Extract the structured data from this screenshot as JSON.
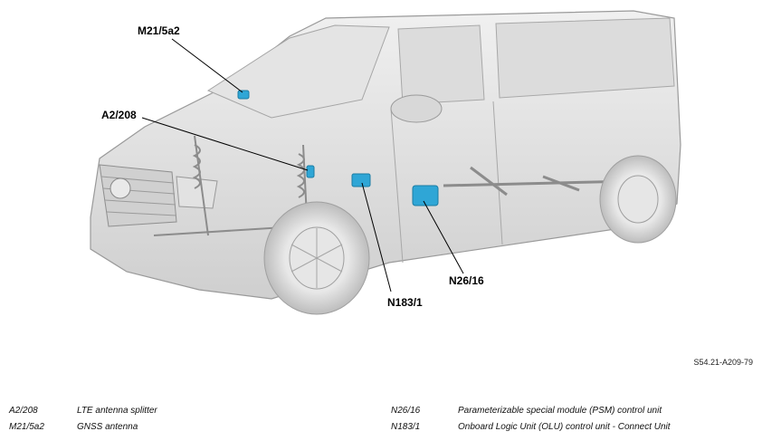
{
  "figure": {
    "reference": "S54.21-A209-79",
    "callouts": [
      {
        "id": "m21",
        "label": "M21/5a2"
      },
      {
        "id": "a2",
        "label": "A2/208"
      },
      {
        "id": "n183",
        "label": "N183/1"
      },
      {
        "id": "n26",
        "label": "N26/16"
      }
    ],
    "component_color": "#2fa6d6"
  },
  "legend": {
    "items": [
      {
        "code": "A2/208",
        "description": "LTE antenna splitter"
      },
      {
        "code": "M21/5a2",
        "description": "GNSS antenna"
      },
      {
        "code": "N26/16",
        "description": "Parameterizable special module (PSM) control unit"
      },
      {
        "code": "N183/1",
        "description": "Onboard Logic Unit (OLU) control unit - Connect Unit"
      }
    ]
  }
}
